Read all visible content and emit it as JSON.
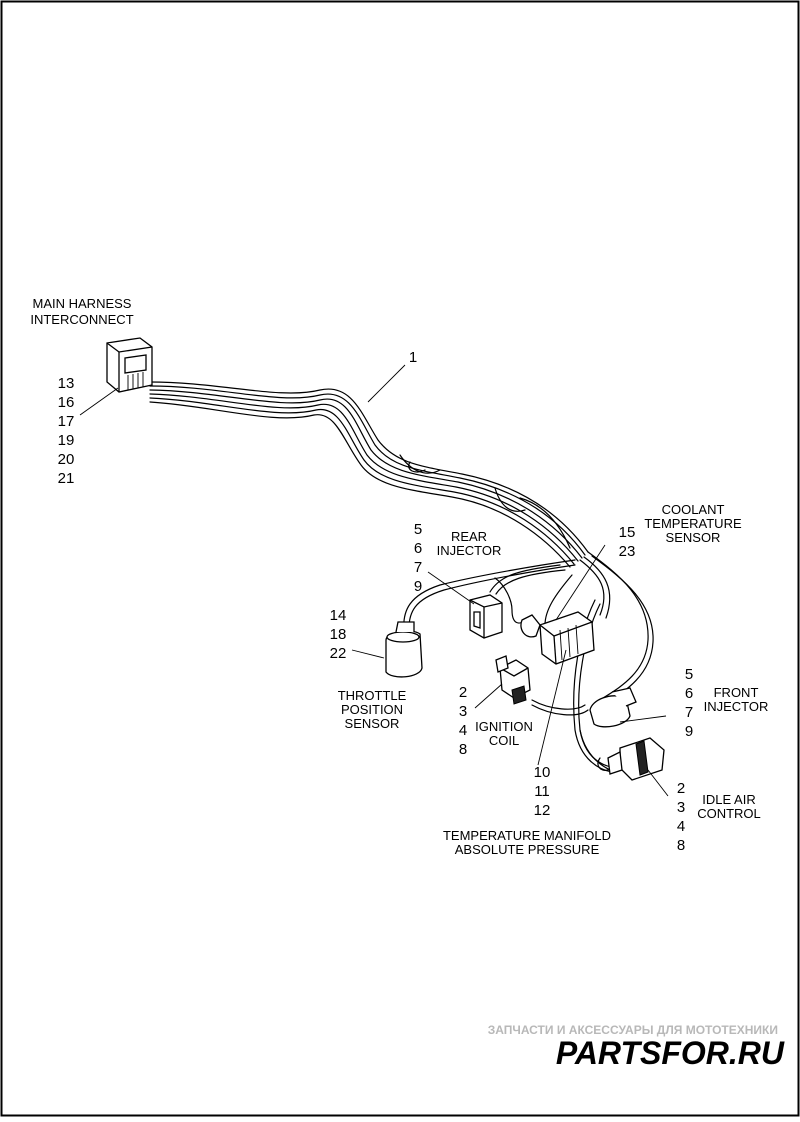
{
  "diagram": {
    "border_color": "#000000",
    "main_harness_label": [
      "MAIN HARNESS",
      "INTERCONNECT"
    ],
    "main_harness_refs": [
      "13",
      "16",
      "17",
      "19",
      "20",
      "21"
    ],
    "harness_ref": "1",
    "rear_injector_label": [
      "REAR",
      "INJECTOR"
    ],
    "rear_injector_refs": [
      "5",
      "6",
      "7",
      "9"
    ],
    "coolant_label": [
      "COOLANT",
      "TEMPERATURE",
      "SENSOR"
    ],
    "coolant_refs": [
      "15",
      "23"
    ],
    "throttle_label": [
      "THROTTLE",
      "POSITION",
      "SENSOR"
    ],
    "throttle_refs": [
      "14",
      "18",
      "22"
    ],
    "ignition_label": [
      "IGNITION",
      "COIL"
    ],
    "ignition_refs": [
      "2",
      "3",
      "4",
      "8"
    ],
    "front_injector_label": [
      "FRONT",
      "INJECTOR"
    ],
    "front_injector_refs": [
      "5",
      "6",
      "7",
      "9"
    ],
    "tmap_refs": [
      "10",
      "11",
      "12"
    ],
    "tmap_label": [
      "TEMPERATURE MANIFOLD",
      "ABSOLUTE PRESSURE"
    ],
    "iac_refs": [
      "2",
      "3",
      "4",
      "8"
    ],
    "iac_label": [
      "IDLE AIR",
      "CONTROL"
    ]
  },
  "watermark": {
    "tagline": "ЗАПЧАСТИ И АКСЕССУАРЫ ДЛЯ МОТОТЕХНИКИ",
    "brand": "PARTSFOR.RU",
    "brand_color": "#e8323c"
  }
}
